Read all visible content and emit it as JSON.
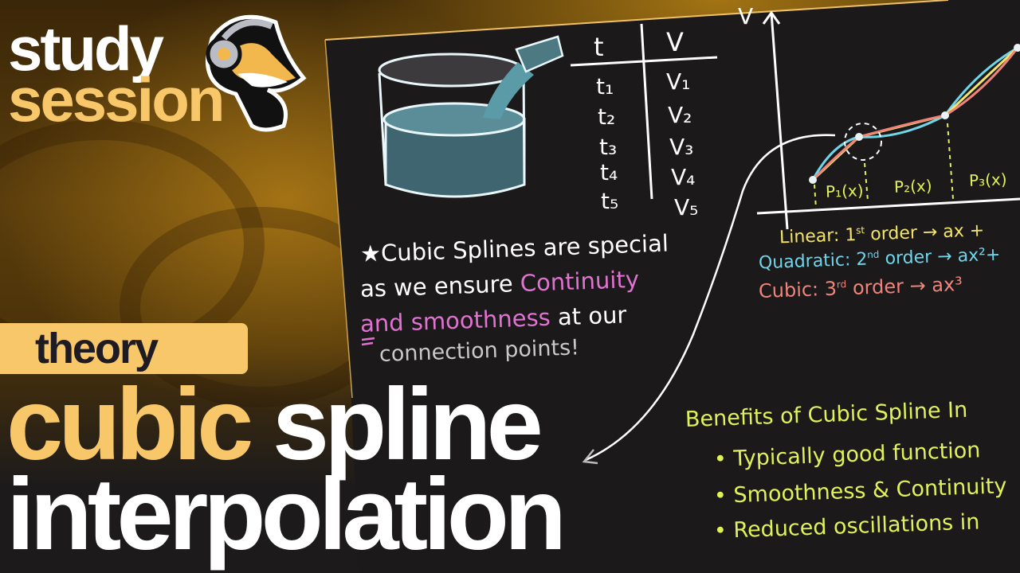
{
  "brand": {
    "line1": "study",
    "line2": "session",
    "mascot_icon": "fox-headphones-mascot-icon",
    "colors": {
      "accent": "#f8c76a",
      "white": "#ffffff"
    }
  },
  "badge": {
    "label": "theory",
    "bg": "#f8c76a",
    "fg": "#1e1c22"
  },
  "title": {
    "word1": "cubic",
    "word2": "spline",
    "line2": "interpolation"
  },
  "board": {
    "table": {
      "headers": [
        "t",
        "V"
      ],
      "rows": [
        [
          "t₁",
          "V₁"
        ],
        [
          "t₂",
          "V₂"
        ],
        [
          "t₃",
          "V₃"
        ],
        [
          "t₄",
          "V₄"
        ],
        [
          "t₅",
          "V₅"
        ]
      ]
    },
    "note": {
      "star": "★",
      "line1": "Cubic Splines are special",
      "line2_a": "as we ensure ",
      "line2_b": "Continuity",
      "line3_a": "and",
      "line3_b": " smoothness",
      "line3_c": " at our",
      "line4": "connection points!"
    },
    "graph": {
      "y_label": "V",
      "segments": [
        "P₁(x)",
        "P₂(x)",
        "P₃(x)"
      ]
    },
    "legend": [
      {
        "label": "Linear: 1",
        "sup": "st",
        "rest": " order → ax +",
        "color": "#f3e46a"
      },
      {
        "label": "Quadratic: 2",
        "sup": "nd",
        "rest": " order → ax²+",
        "color": "#6fd6ea"
      },
      {
        "label": "Cubic: 3",
        "sup": "rd",
        "rest": " order → ax³",
        "color": "#f0837a"
      }
    ],
    "benefits": {
      "heading": "Benefits of Cubic Spline In",
      "items": [
        "Typically good function",
        "Smoothness & Continuity",
        "Reduced oscillations in"
      ],
      "color": "#dff25a"
    }
  }
}
